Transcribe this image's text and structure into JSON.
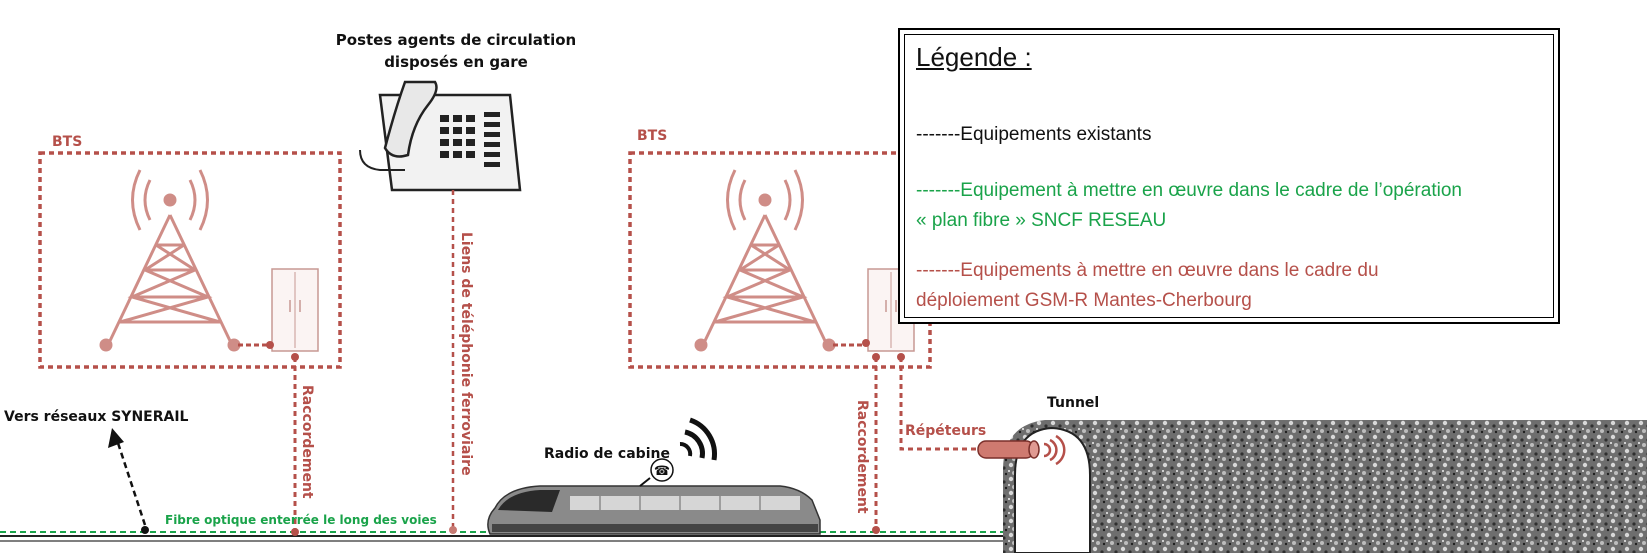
{
  "labels": {
    "bts_left": "BTS",
    "bts_right": "BTS",
    "phone_title_line1": "Postes agents de circulation",
    "phone_title_line2": "disposés en gare",
    "phone_link": "Liens de téléphonie ferroviaire",
    "raccord_left": "Raccordement",
    "raccord_right": "Raccordement",
    "synerail": "Vers réseaux SYNERAIL",
    "fibre": "Fibre optique enterrée le long des voies",
    "radio": "Radio de cabine",
    "repeteurs": "Répéteurs",
    "tunnel": "Tunnel"
  },
  "legend": {
    "title": "Légende :",
    "existing": "-------Equipements existants",
    "fibre_line1": "-------Equipement à mettre en œuvre dans le cadre de l’opération",
    "fibre_line2": "« plan fibre » SNCF RESEAU",
    "gsmr_line1": "-------Equipements à mettre en œuvre dans le cadre du",
    "gsmr_line2": "déploiement GSM-R Mantes-Cherbourg"
  },
  "colors": {
    "gsmr": "#b5504a",
    "fibre": "#1aa34a",
    "existing": "#111111"
  }
}
